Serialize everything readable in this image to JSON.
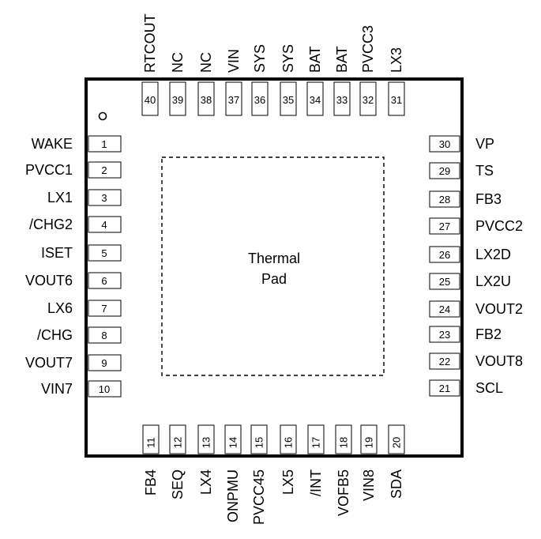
{
  "thermal_pad": {
    "line1": "Thermal",
    "line2": "Pad"
  },
  "pins": {
    "left": [
      {
        "num": "1",
        "name": "WAKE"
      },
      {
        "num": "2",
        "name": "PVCC1"
      },
      {
        "num": "3",
        "name": "LX1"
      },
      {
        "num": "4",
        "name": "/CHG2"
      },
      {
        "num": "5",
        "name": "ISET"
      },
      {
        "num": "6",
        "name": "VOUT6"
      },
      {
        "num": "7",
        "name": "LX6"
      },
      {
        "num": "8",
        "name": "/CHG"
      },
      {
        "num": "9",
        "name": "VOUT7"
      },
      {
        "num": "10",
        "name": "VIN7"
      }
    ],
    "bottom": [
      {
        "num": "11",
        "name": "FB4"
      },
      {
        "num": "12",
        "name": "SEQ"
      },
      {
        "num": "13",
        "name": "LX4"
      },
      {
        "num": "14",
        "name": "ONPMU"
      },
      {
        "num": "15",
        "name": "PVCC45"
      },
      {
        "num": "16",
        "name": "LX5"
      },
      {
        "num": "17",
        "name": "/INT"
      },
      {
        "num": "18",
        "name": "VOFB5"
      },
      {
        "num": "19",
        "name": "VIN8"
      },
      {
        "num": "20",
        "name": "SDA"
      }
    ],
    "right": [
      {
        "num": "21",
        "name": "SCL"
      },
      {
        "num": "22",
        "name": "VOUT8"
      },
      {
        "num": "23",
        "name": "FB2"
      },
      {
        "num": "24",
        "name": "VOUT2"
      },
      {
        "num": "25",
        "name": "LX2U"
      },
      {
        "num": "26",
        "name": "LX2D"
      },
      {
        "num": "27",
        "name": "PVCC2"
      },
      {
        "num": "28",
        "name": "FB3"
      },
      {
        "num": "29",
        "name": "TS"
      },
      {
        "num": "30",
        "name": "VP"
      }
    ],
    "top": [
      {
        "num": "31",
        "name": "LX3"
      },
      {
        "num": "32",
        "name": "PVCC3"
      },
      {
        "num": "33",
        "name": "BAT"
      },
      {
        "num": "34",
        "name": "BAT"
      },
      {
        "num": "35",
        "name": "SYS"
      },
      {
        "num": "36",
        "name": "SYS"
      },
      {
        "num": "37",
        "name": "VIN"
      },
      {
        "num": "38",
        "name": "NC"
      },
      {
        "num": "39",
        "name": "NC"
      },
      {
        "num": "40",
        "name": "RTCOUT"
      }
    ]
  }
}
